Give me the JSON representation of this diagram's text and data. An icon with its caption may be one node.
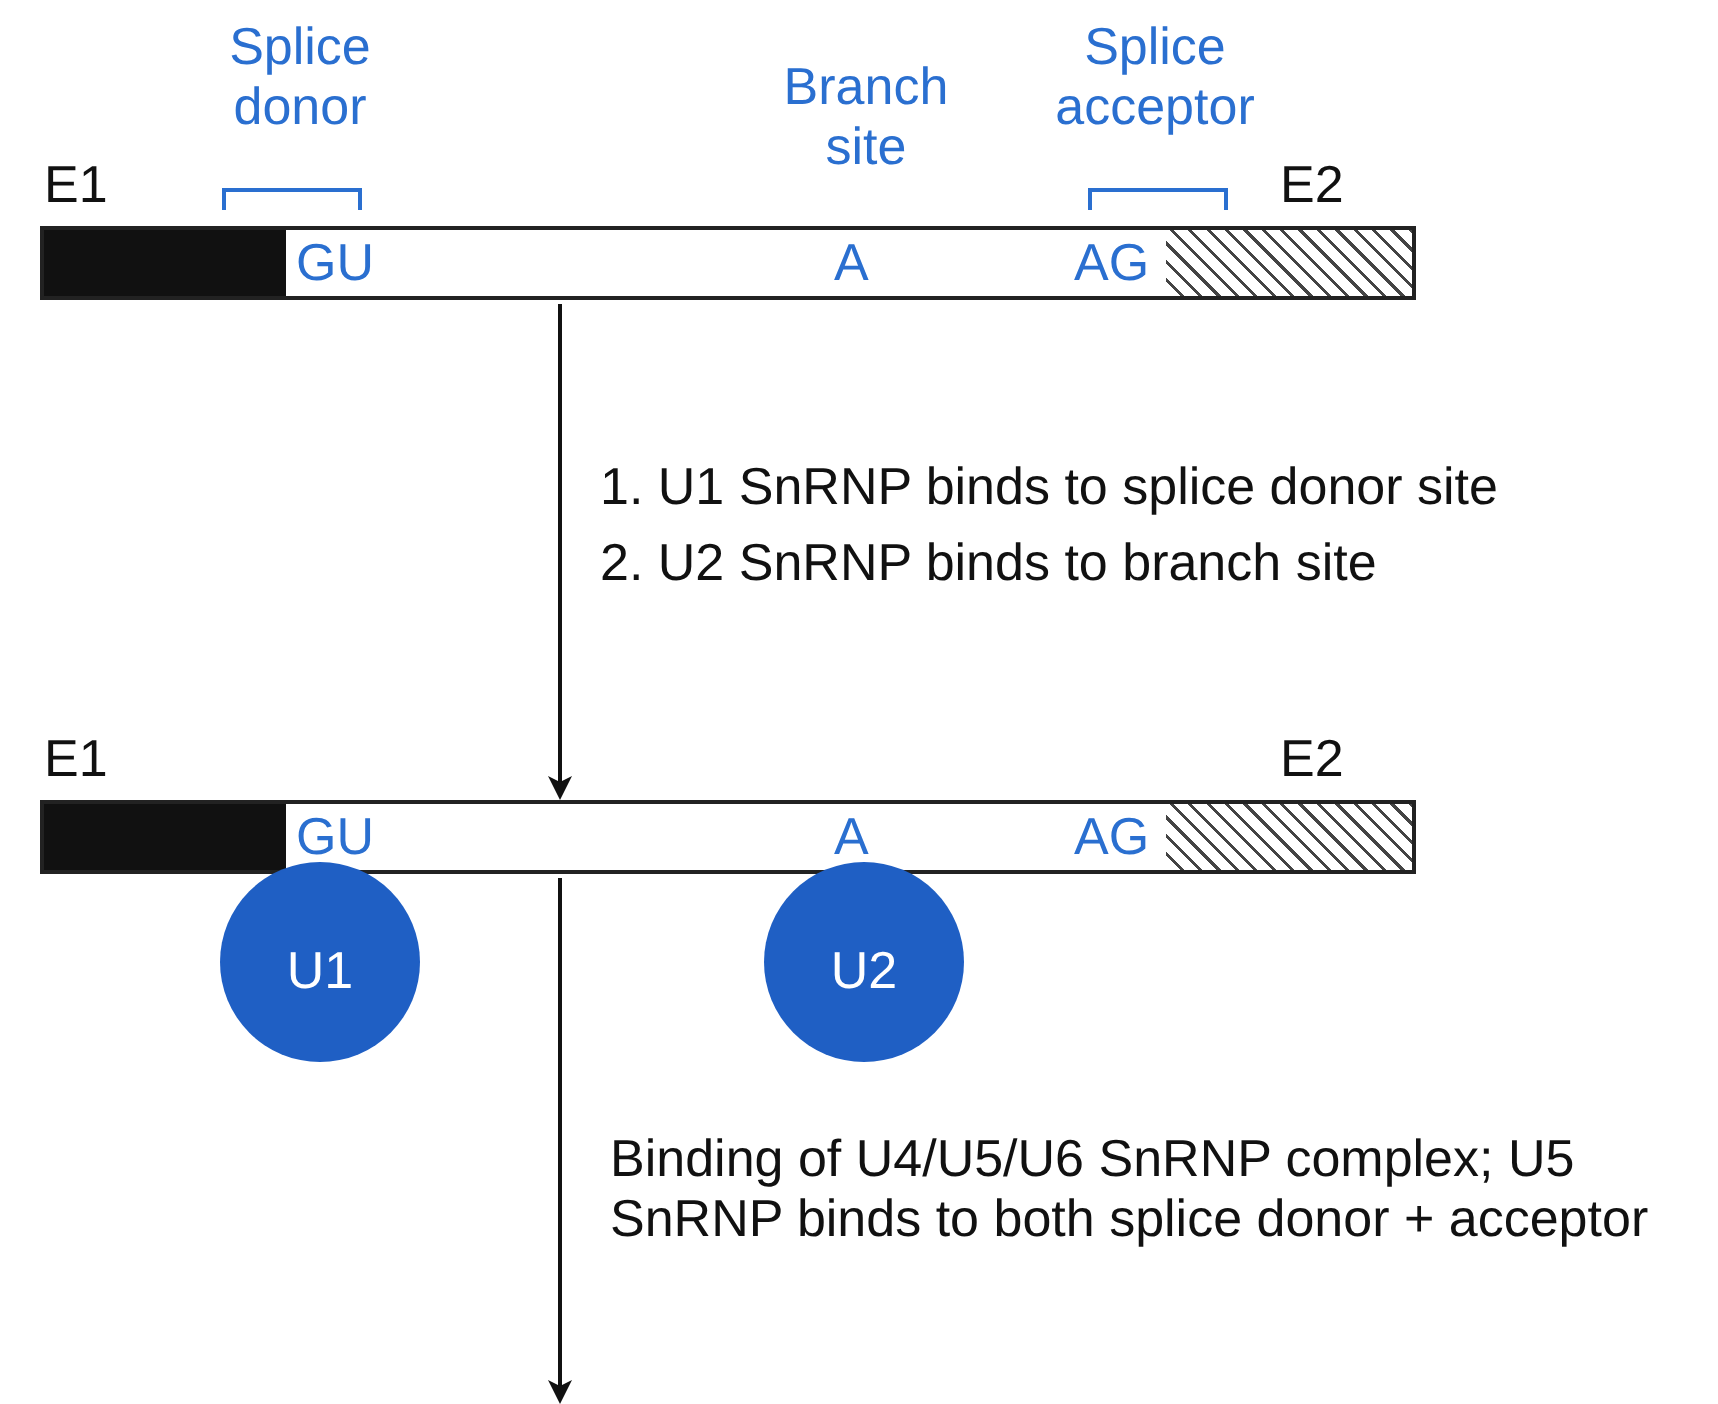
{
  "diagram": {
    "nodes": [
      {
        "text": [
          "GU",
          "A",
          "AG"
        ]
      },
      {
        "text": [],
        "shape": "bar",
        "in": 0,
        "beside": [
          "E1"
        ]
      },
      {
        "text": [],
        "shape": "bar",
        "in": 0,
        "beside": [
          "E2"
        ]
      },
      {
        "text": [
          "GU",
          "A",
          "AG"
        ]
      },
      {
        "text": [],
        "shape": "bar",
        "in": 3,
        "beside": [
          "E1"
        ]
      },
      {
        "text": [],
        "shape": "bar",
        "in": 3,
        "beside": [
          "E2"
        ]
      },
      {
        "text": [
          "U1"
        ]
      },
      {
        "text": [
          "U2"
        ]
      }
    ],
    "edges": [
      {
        "from": 0,
        "to": 3,
        "arrow": "to"
      },
      {
        "from": 3,
        "to": null,
        "arrow": "to"
      }
    ],
    "labels": [
      "Splice donor",
      "Branch site",
      "Splice acceptor",
      "1. U1 SnRNP binds to splice donor site",
      "2. U2 SnRNP binds to branch site",
      "Binding of U4/U5/U6 SnRNP complex; U5 SnRNP binds to both splice donor + acceptor"
    ]
  }
}
